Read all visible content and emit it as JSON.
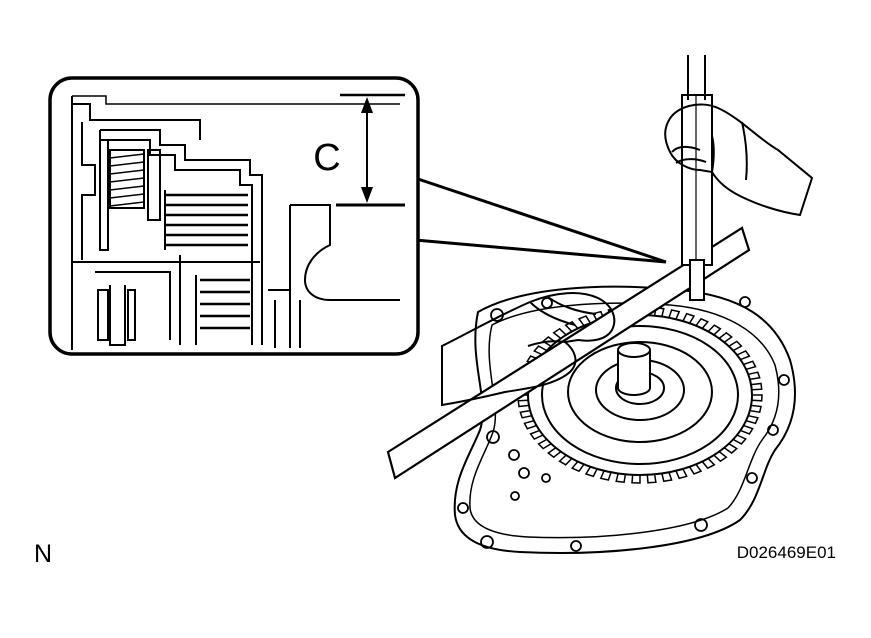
{
  "labels": {
    "dimension": "C",
    "view_marker": "N",
    "figure_id": "D026469E01"
  },
  "colors": {
    "line": "#000000",
    "background": "#ffffff"
  }
}
